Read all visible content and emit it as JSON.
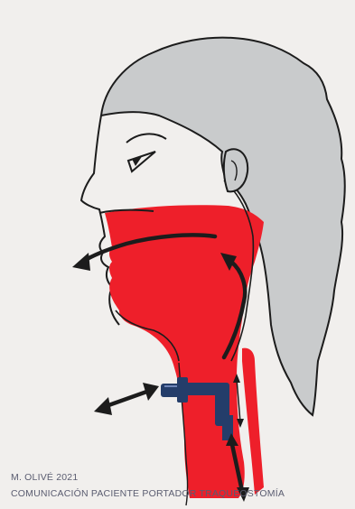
{
  "caption": {
    "author": "M. OLIVÉ  2021",
    "title": "COMUNICACIÓN PACIENTE PORTADOR TRAQUEOSTOMÍA"
  },
  "colors": {
    "paper": "#f1efed",
    "hair": "#c9cbcc",
    "ink": "#1c1c1c",
    "airway": "#ee1f2a",
    "cannula": "#243d6a"
  },
  "icons": [
    "hair-shape",
    "eye-icon",
    "ear-shape",
    "airway-red-fill",
    "tracheostomy-tube",
    "arrow-icon"
  ]
}
